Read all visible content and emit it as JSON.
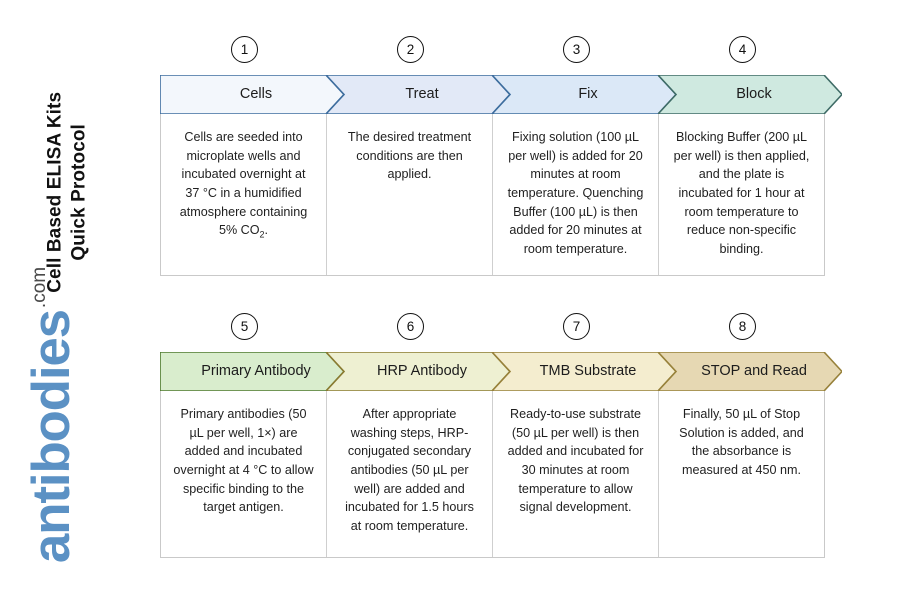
{
  "title": {
    "line1": "Cell Based ELISA Kits",
    "line2": "Quick Protocol"
  },
  "logo": {
    "name": "antibodies",
    "tld": ".com",
    "brand_color": "#5b91c4",
    "tld_color": "#4a4a4a"
  },
  "rows": [
    {
      "steps": [
        {
          "number": "1",
          "label": "Cells",
          "text": "Cells are seeded into microplate wells and incubated overnight at 37 °C in a humidified atmosphere containing 5% CO₂.",
          "fill": "#f3f7fc",
          "stroke": "#3d6d9e"
        },
        {
          "number": "2",
          "label": "Treat",
          "text": "The desired treatment conditions are then applied.",
          "fill": "#e2e9f7",
          "stroke": "#3d6d9e"
        },
        {
          "number": "3",
          "label": "Fix",
          "text": "Fixing solution (100 µL per well) is added for 20 minutes at room temperature. Quenching Buffer (100 µL) is then added for 20 minutes at room temperature.",
          "fill": "#dbe8f7",
          "stroke": "#3d6d9e"
        },
        {
          "number": "4",
          "label": "Block",
          "text": "Blocking Buffer (200 µL per well) is then applied, and the plate is incubated for 1 hour at room temperature to reduce non-specific binding.",
          "fill": "#cfe9e0",
          "stroke": "#3e6b66"
        }
      ]
    },
    {
      "steps": [
        {
          "number": "5",
          "label": "Primary Antibody",
          "text": "Primary antibodies (50 µL per well, 1×) are added and incubated overnight at 4 °C to allow specific binding to the target antigen.",
          "fill": "#d9edcd",
          "stroke": "#4f7a2e"
        },
        {
          "number": "6",
          "label": "HRP Antibody",
          "text": "After appropriate washing steps, HRP-conjugated secondary antibodies (50 µL per well) are added and incubated for 1.5 hours at room temperature.",
          "fill": "#eef0d2",
          "stroke": "#8a7a30"
        },
        {
          "number": "7",
          "label": "TMB Substrate",
          "text": "Ready-to-use substrate (50 µL per well) is then added and incubated for 30 minutes at room temperature to allow signal development.",
          "fill": "#f4edcf",
          "stroke": "#97813a"
        },
        {
          "number": "8",
          "label": "STOP and Read",
          "text": "Finally, 50 µL of Stop Solution is added, and the absorbance is measured at 450 nm.",
          "fill": "#e6d8b3",
          "stroke": "#97813a"
        }
      ]
    }
  ]
}
